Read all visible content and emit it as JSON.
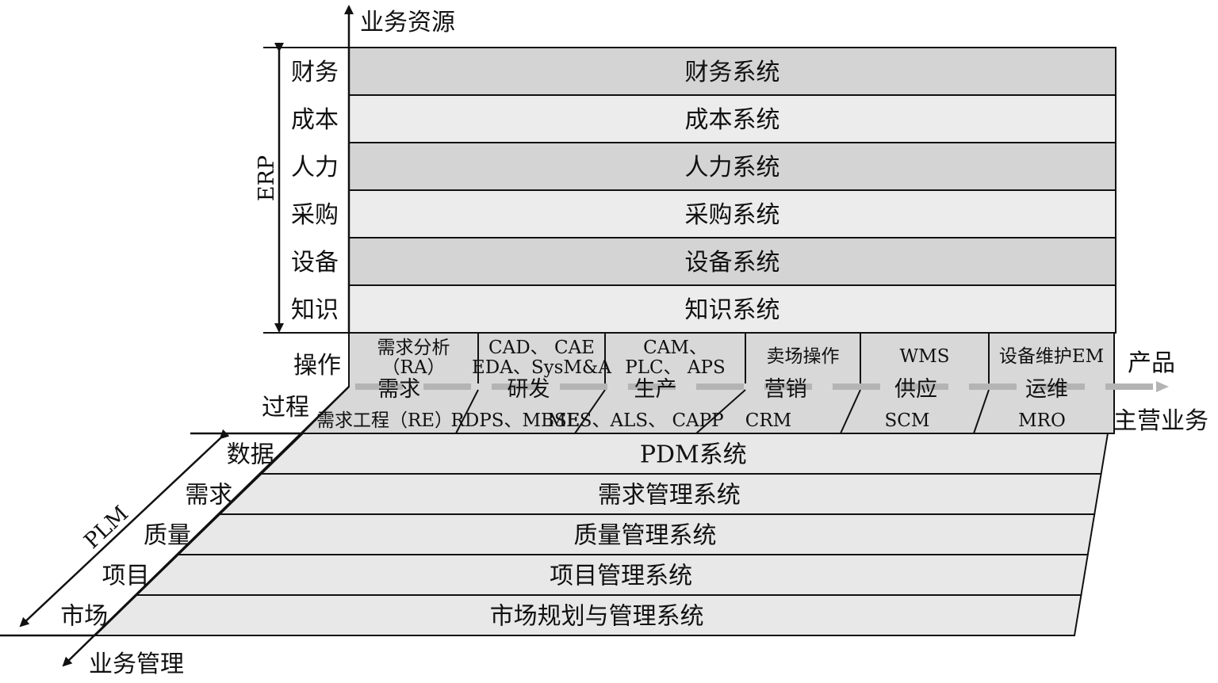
{
  "axes": {
    "vertical": "业务资源",
    "horizontal": [
      "产品",
      "主营业务"
    ],
    "diagonal": "业务管理"
  },
  "erp": {
    "group_label": "ERP",
    "rows": [
      {
        "label": "财务",
        "system": "财务系统",
        "shade": "#d4d4d4"
      },
      {
        "label": "成本",
        "system": "成本系统",
        "shade": "#ececec"
      },
      {
        "label": "人力",
        "system": "人力系统",
        "shade": "#d4d4d4"
      },
      {
        "label": "采购",
        "system": "采购系统",
        "shade": "#ececec"
      },
      {
        "label": "设备",
        "system": "设备系统",
        "shade": "#d4d4d4"
      },
      {
        "label": "知识",
        "system": "知识系统",
        "shade": "#ececec"
      }
    ]
  },
  "process": {
    "labels": [
      "操作",
      "过程"
    ],
    "cells": [
      {
        "top": [
          "需求分析",
          "（RA）"
        ],
        "middle": "需求",
        "bottom": "需求工程（RE）"
      },
      {
        "top": [
          "CAD、 CAE",
          "EDA、SysM&A"
        ],
        "middle": "研发",
        "bottom": "RDPS、MBSE"
      },
      {
        "top": [
          "CAM、",
          "PLC、 APS"
        ],
        "middle": "生产",
        "bottom": "MES、ALS、 CAPP"
      },
      {
        "top": [
          "卖场操作"
        ],
        "middle": "营销",
        "bottom": "CRM"
      },
      {
        "top": [
          "WMS"
        ],
        "middle": "供应",
        "bottom": "SCM"
      },
      {
        "top": [
          "设备维护EM"
        ],
        "middle": "运维",
        "bottom": "MRO"
      }
    ]
  },
  "plm": {
    "group_label": "PLM",
    "rows": [
      {
        "label": "数据",
        "system": "PDM系统"
      },
      {
        "label": "需求",
        "system": "需求管理系统"
      },
      {
        "label": "质量",
        "system": "质量管理系统"
      },
      {
        "label": "项目",
        "system": "项目管理系统"
      },
      {
        "label": "市场",
        "system": "市场规划与管理系统"
      }
    ]
  }
}
